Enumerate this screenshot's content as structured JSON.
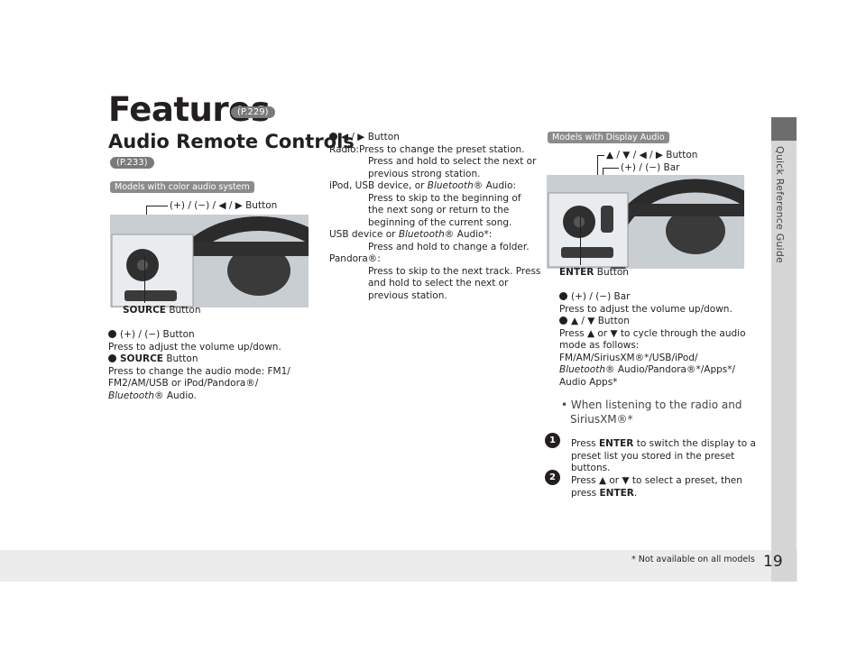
{
  "header": {
    "title": "Features",
    "title_ref": "(P.229)",
    "section": "Audio Remote Controls",
    "section_ref": "(P.233)"
  },
  "sidebar": {
    "label": "Quick Reference Guide"
  },
  "footer": {
    "page": "19",
    "note": "* Not available on all models"
  },
  "left": {
    "badge": "Models with color audio system",
    "callout_top": "(+) / (−) / ◀ / ▶ Button",
    "callout_bottom_bold": "SOURCE",
    "callout_bottom": "Button",
    "b1_title": "(+) / (−) Button",
    "b1_text": "Press to adjust the volume up/down.",
    "b2_title_bold": "SOURCE",
    "b2_title": "Button",
    "b2_line1": "Press to change the audio mode: FM1/",
    "b2_line2": "FM2/AM/USB or iPod/Pandora®/",
    "b2_line3_i": "Bluetooth",
    "b2_line3": "® Audio."
  },
  "middle": {
    "title": "◀ / ▶ Button",
    "radio_label": "Radio:",
    "radio_1": "Press to change the preset station.",
    "radio_2": "Press and hold to select the next or",
    "radio_3": "previous strong station.",
    "ipod_label_a": "iPod, USB device, or",
    "ipod_label_i": "Bluetooth",
    "ipod_label_b": "® Audio:",
    "ipod_1": "Press to skip to the beginning of",
    "ipod_2": "the next song or return to the",
    "ipod_3": "beginning of the current song.",
    "usb_label_a": "USB device or",
    "usb_label_i": "Bluetooth",
    "usb_label_b": "® Audio*:",
    "usb_1": "Press and hold to change a folder.",
    "pandora_label": "Pandora®:",
    "pandora_1": "Press to skip to the next track. Press",
    "pandora_2": "and hold to select the next or",
    "pandora_3": "previous station."
  },
  "right": {
    "badge": "Models with Display Audio",
    "callout_1": "▲ / ▼ / ◀ / ▶ Button",
    "callout_2": "(+) / (−) Bar",
    "callout_3_bold": "ENTER",
    "callout_3": "Button",
    "b1_title": "(+) / (−) Bar",
    "b1_text": "Press to adjust the volume up/down.",
    "b2_title": "▲ / ▼ Button",
    "b2_line1": "Press ▲ or ▼ to cycle through the audio",
    "b2_line2": "mode as follows:",
    "b2_line3": "FM/AM/SiriusXM®*/USB/iPod/",
    "b2_line4_i": "Bluetooth",
    "b2_line4": "® Audio/Pandora®*/Apps*/",
    "b2_line5": "Audio Apps*",
    "sub_1": "• When listening to the radio and",
    "sub_2": "SiriusXM®*",
    "step1_num": "1",
    "step1_a": "Press",
    "step1_bold": "ENTER",
    "step1_b": "to switch the display to a",
    "step1_c": "preset list you stored in the preset",
    "step1_d": "buttons.",
    "step2_num": "2",
    "step2_a": "Press ▲ or ▼ to select a preset, then",
    "step2_b": "press",
    "step2_bold": "ENTER",
    "step2_c": "."
  }
}
